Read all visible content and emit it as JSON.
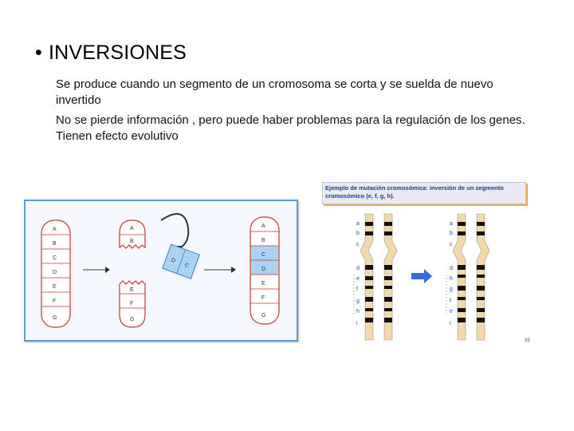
{
  "slide": {
    "bullet": "•",
    "title": "INVERSIONES",
    "paragraph1": "Se produce cuando un segmento de un cromosoma se corta y se suelda de nuevo invertido",
    "paragraph2": "No se pierde información , pero  puede haber  problemas para la regulación de los genes. Tienen efecto evolutivo"
  },
  "figure_left": {
    "chromosome_original": [
      "A",
      "B",
      "C",
      "D",
      "E",
      "F",
      "G"
    ],
    "chromosome_broken_top": [
      "A",
      "B"
    ],
    "fragment": [
      "D",
      "C"
    ],
    "chromosome_broken_bottom": [
      "E",
      "F",
      "G"
    ],
    "chromosome_result": [
      "A",
      "B",
      "C",
      "D",
      "E",
      "F",
      "G"
    ],
    "colors": {
      "frame": "#5b9bd5",
      "fragment": "#a9d3f5"
    }
  },
  "figure_right": {
    "header": "Ejemplo de mutación cromosómica: inversión de un segmento cromosómico (e, f, g, h).",
    "labels_before": [
      "a",
      "b",
      "c",
      "d",
      "e",
      "f",
      "g",
      "h",
      "i"
    ],
    "labels_after": [
      "a",
      "b",
      "c",
      "d",
      "h",
      "g",
      "f",
      "e",
      "i"
    ],
    "page_number": "39",
    "colors": {
      "arrow": "#2f6fd6",
      "header_bg": "#e8e9f2",
      "header_shadow": "#f0a848"
    }
  }
}
